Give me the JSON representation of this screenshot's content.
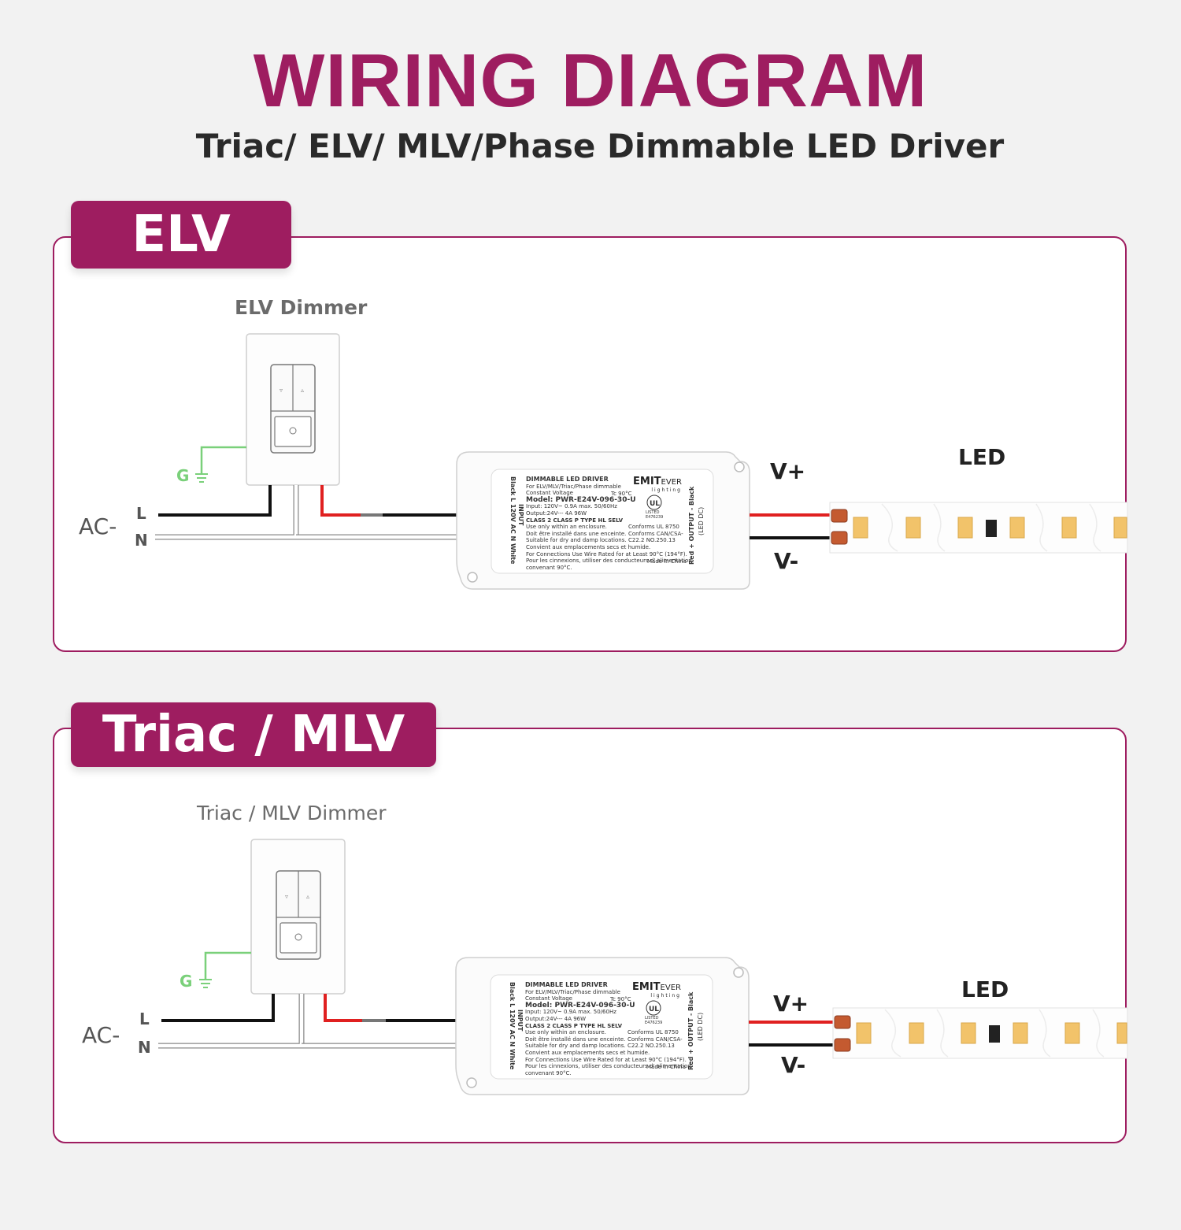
{
  "title": "WIRING DIAGRAM",
  "subtitle": "Triac/ ELV/ MLV/Phase Dimmable LED Driver",
  "colors": {
    "brand": "#9e1d60",
    "ground": "#7ad07a",
    "positive": "#e02020",
    "negative": "#111111",
    "led_chip": "#f2c36a"
  },
  "sections": [
    {
      "tab": "ELV",
      "dimmer_label": "ELV Dimmer",
      "ground": "G",
      "ac": "AC-",
      "line": "L",
      "neutral": "N",
      "v_plus": "V+",
      "v_minus": "V-",
      "led": "LED"
    },
    {
      "tab": "Triac / MLV",
      "dimmer_label": "Triac / MLV Dimmer",
      "ground": "G",
      "ac": "AC-",
      "line": "L",
      "neutral": "N",
      "v_plus": "V+",
      "v_minus": "V-",
      "led": "LED"
    }
  ],
  "driver_label": {
    "lines": [
      "DIMMABLE LED DRIVER",
      "For ELV/MLV/Triac/Phase dimmable",
      "Constant Voltage",
      "Model: PWR-E24V-096-30-U",
      "Input: 120V~ 0.9A max. 50/60Hz",
      "Output:24V--- 4A 96W",
      "CLASS 2 CLASS P TYPE HL SELV",
      "Use only within an enclosure.",
      "Doit être installé dans une enceinte.",
      "Suitable for dry and damp locations.",
      "Convient aux emplacements secs et humide.",
      "For Connections Use Wire Rated for at Least 90°C (194°F).",
      "Pour les cinnexions, utiliser des conducteurs d' alimentation",
      "convenant 90°C."
    ],
    "tc": "Tc 90°C",
    "brand": "EMIT",
    "brand_suffix": "EVER",
    "brand_sub": "lighting",
    "listed": "LISTED",
    "file": "E476239",
    "conforms": [
      "Conforms UL 8750",
      "Conforms CAN/CSA-",
      "C22.2 NO.250.13"
    ],
    "made_in": "Made in China",
    "input_side": "Black  L  120V AC  N  White",
    "input_word": "INPUT",
    "output_side": "Red  +  OUTPUT  -  Black",
    "output_word": "(LED DC)"
  }
}
